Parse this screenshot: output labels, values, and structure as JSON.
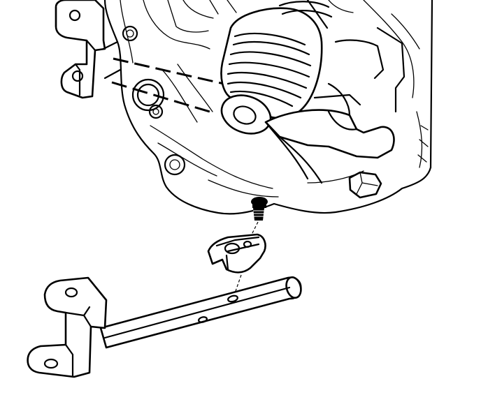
{
  "diagram": {
    "type": "exploded-assembly-line-drawing",
    "labels": [],
    "parts": [
      {
        "name": "gearbox-housing"
      },
      {
        "name": "selector-shaft-boot"
      },
      {
        "name": "mounting-bracket"
      },
      {
        "name": "bolt"
      },
      {
        "name": "selector-clamp"
      },
      {
        "name": "selector-rod"
      }
    ],
    "colors": {
      "ink": "#000000",
      "paper": "#ffffff"
    }
  }
}
